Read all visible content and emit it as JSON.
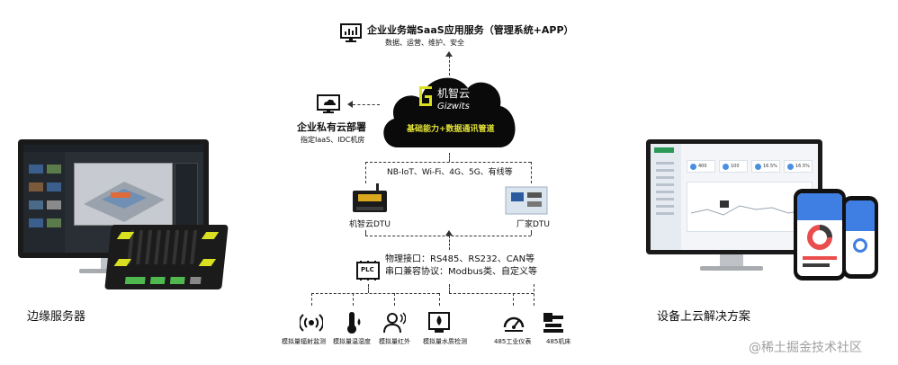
{
  "saas": {
    "title": "企业业务端SaaS应用服务（管理系统+APP）",
    "subtitle": "数据、运营、维护、安全"
  },
  "private_cloud": {
    "title": "企业私有云部署",
    "subtitle": "指定IaaS、IDC机房"
  },
  "cloud": {
    "brand_cn": "机智云",
    "brand_en": "Gizwits",
    "caption": "基础能力+数据通讯管道"
  },
  "network": {
    "label": "NB-IoT、Wi-Fi、4G、5G、有线等"
  },
  "dtu": {
    "left_label": "机智云DTU",
    "right_label": "厂家DTU"
  },
  "plc": {
    "icon_text": "PLC",
    "line1": "物理接口：RS485、RS232、CAN等",
    "line2": "串口兼容协议：Modbus类、自定义等"
  },
  "sensors": [
    {
      "label": "模拟量辐射监测",
      "icon": "radiation-sensor-icon"
    },
    {
      "label": "模拟量温湿度",
      "icon": "thermometer-icon"
    },
    {
      "label": "模拟量红外",
      "icon": "infrared-person-icon"
    },
    {
      "label": "模拟量水质检测",
      "icon": "water-quality-icon"
    }
  ],
  "devices_485": [
    {
      "label": "485工业仪表",
      "icon": "gauge-icon"
    },
    {
      "label": "485机床",
      "icon": "machine-tool-icon"
    }
  ],
  "left_caption": "边缘服务器",
  "right_caption": "设备上云解决方案",
  "watermark": "@稀土掘金技术社区",
  "colors": {
    "cloud_bg": "#0a0a0a",
    "cloud_caption": "#e2e236",
    "brand_accent": "#d9e021",
    "stripe_yellow": "#d9e021",
    "port_green": "#4fb84f",
    "phone_blue": "#3f7fe4"
  },
  "dashboard": {
    "stats": [
      "400",
      "100",
      "16.5%",
      "16.5%"
    ]
  }
}
